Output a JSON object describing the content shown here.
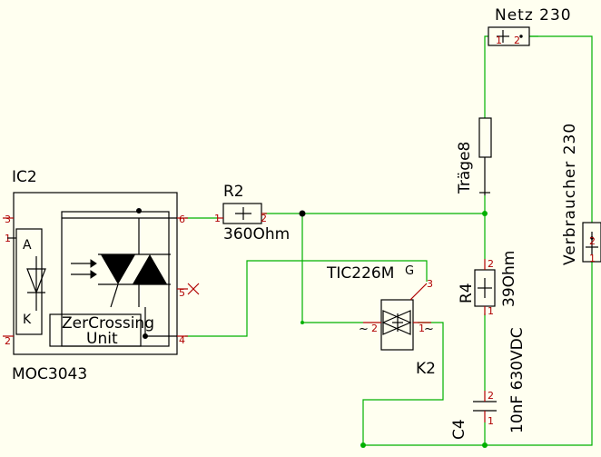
{
  "components": {
    "ic2": {
      "ref": "IC2",
      "part": "MOC3043",
      "block_label": "ZerCrossing",
      "block_label2": "Unit",
      "anode": "A",
      "cathode": "K",
      "pins": {
        "p1": "1",
        "p2": "2",
        "p3": "3",
        "p4": "4",
        "p5": "5",
        "p6": "6"
      }
    },
    "r2": {
      "ref": "R2",
      "value": "360Ohm",
      "pin1": "1",
      "pin2": "2"
    },
    "k2": {
      "ref": "K2",
      "part": "TIC226M",
      "gate_label": "G",
      "t1_symbol": "~",
      "t2_symbol": "~",
      "pin1": "1",
      "pin2": "2",
      "pin3": "3"
    },
    "r4": {
      "ref": "R4",
      "value": "39Ohm",
      "pin1": "1",
      "pin2": "2"
    },
    "c4": {
      "ref": "C4",
      "value": "10nF 630VDC",
      "pin1": "1",
      "pin2": "2"
    },
    "fuse": {
      "ref": "Träge8"
    },
    "netz": {
      "ref": "Netz 230",
      "pin1": "1",
      "pin2": "2"
    },
    "verbraucher": {
      "ref": "Verbraucher 230",
      "pin1": "1",
      "pin2": "2"
    }
  },
  "colors": {
    "background": "#fffff0",
    "wire": "#00b000",
    "pin": "#b00000",
    "symbol": "#000000"
  }
}
